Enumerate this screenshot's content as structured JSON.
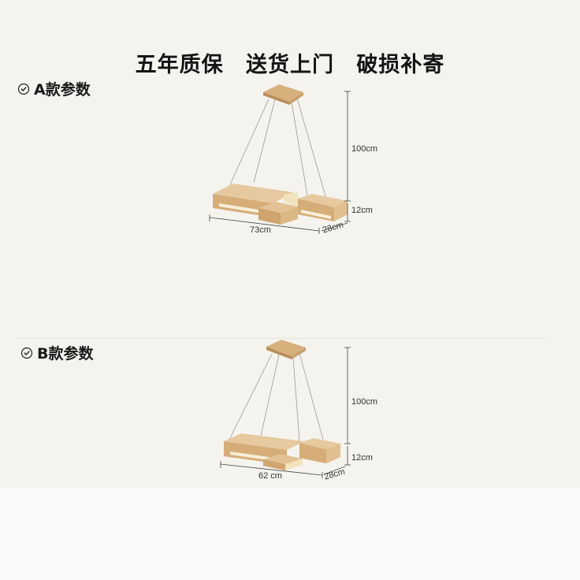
{
  "headline": "五年质保  送货上门  破损补寄",
  "sections": [
    {
      "label": "A款参数",
      "height_label": "100cm",
      "thickness_label": "12cm",
      "length_label": "73cm",
      "depth_label": "28cm"
    },
    {
      "label": "B款参数",
      "height_label": "100cm",
      "thickness_label": "12cm",
      "length_label": "62 cm",
      "depth_label": "28cm"
    }
  ],
  "colors": {
    "background": "#f4f3ee",
    "wood": "#d9b88c",
    "light": "#f6ecd2",
    "text": "#141414"
  }
}
